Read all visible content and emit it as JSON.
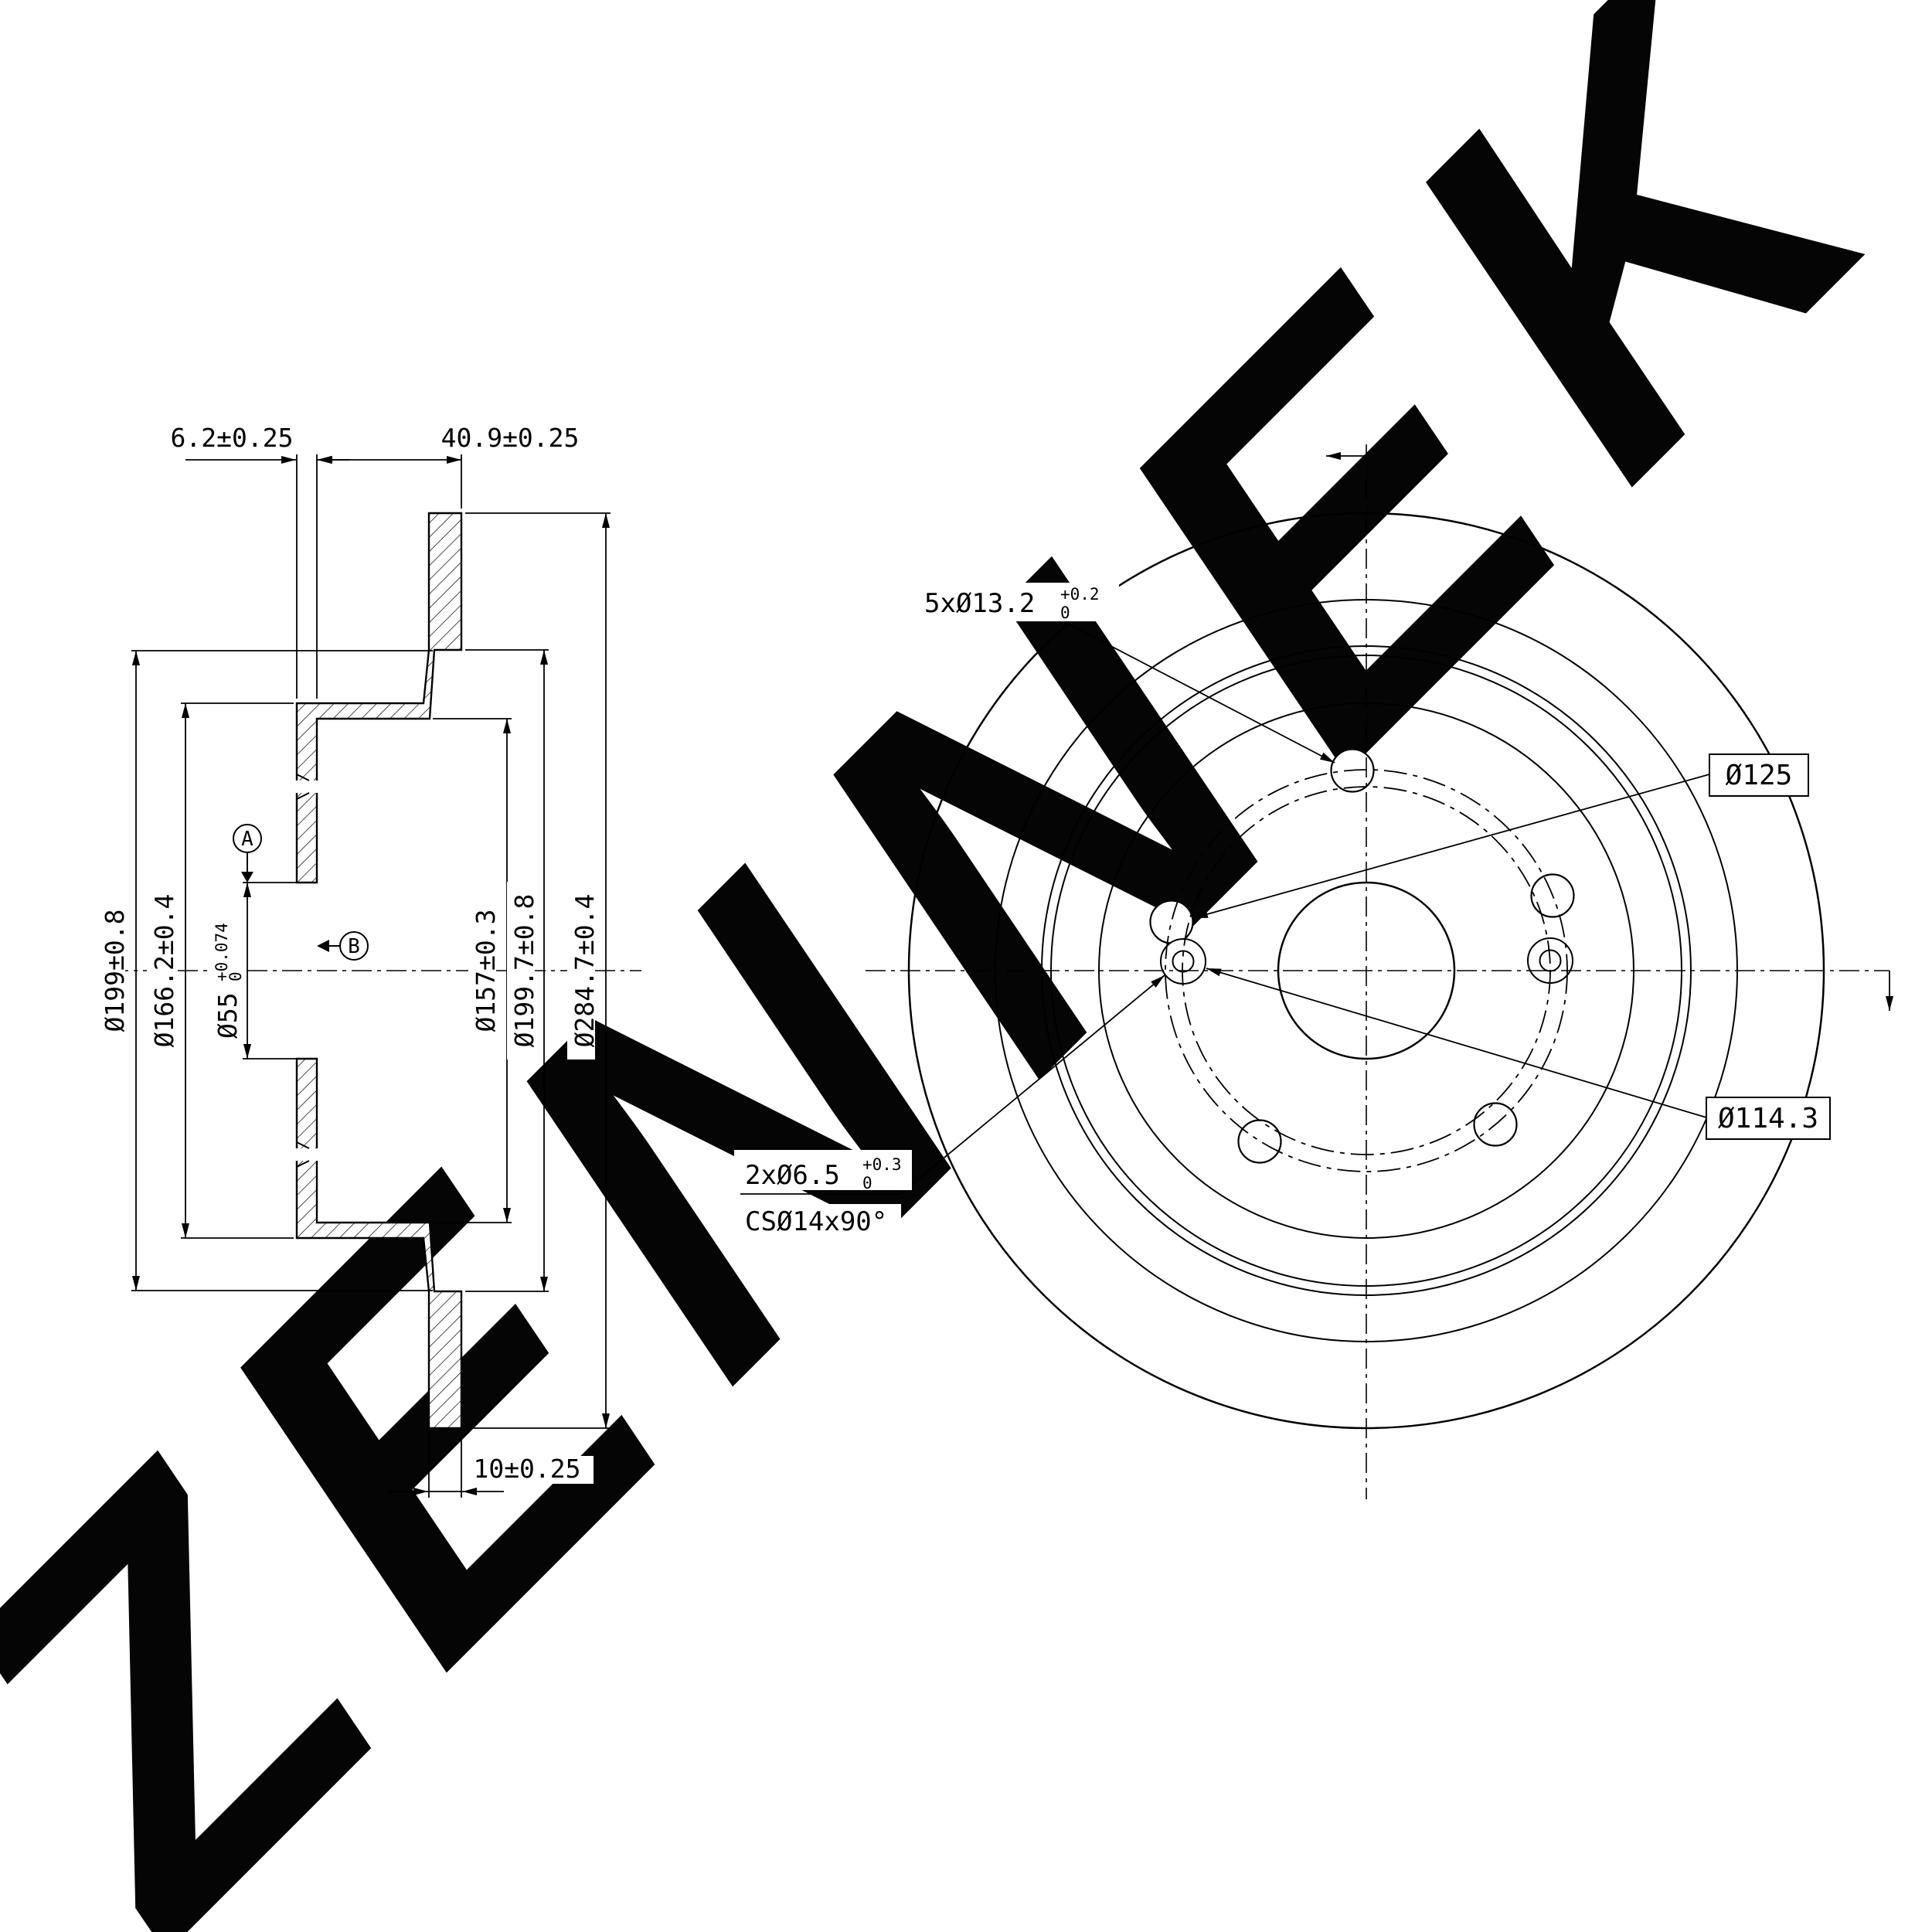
{
  "watermark": {
    "text": "ZENNEK"
  },
  "section_view": {
    "dim_6_2": "6.2±0.25",
    "dim_40_9": "40.9±0.25",
    "dim_d199": "Ø199±0.8",
    "dim_d166_2": "Ø166.2±0.4",
    "dim_d55": "Ø55",
    "dim_d55_tol_up": "+0.074",
    "dim_d55_tol_dn": "0",
    "dim_d157": "Ø157±0.3",
    "dim_d199_7": "Ø199.7±0.8",
    "dim_d284_7": "Ø284.7±0.4",
    "dim_10": "10±0.25",
    "datum_a": "A",
    "datum_b": "B"
  },
  "front_view": {
    "bolt_holes": "5xØ13.2",
    "bolt_holes_tol_up": "+0.2",
    "bolt_holes_tol_dn": "0",
    "bolt_pcd": "Ø125",
    "screw_pcd": "Ø114.3",
    "screw_holes": "2xØ6.5",
    "screw_holes_tol_up": "+0.3",
    "screw_holes_tol_dn": "0",
    "countersink": "CSØ14x90°"
  }
}
